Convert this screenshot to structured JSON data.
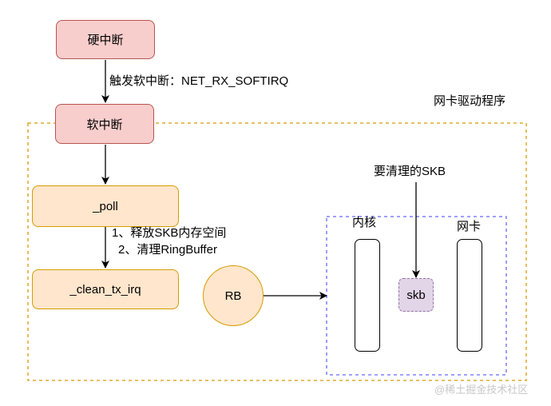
{
  "nodes": {
    "hard_irq": "硬中断",
    "soft_irq": "软中断",
    "poll": "_poll",
    "clean_tx_irq": "_clean_tx_irq",
    "rb": "RB",
    "skb": "skb"
  },
  "edges": {
    "trigger_softirq": "触发软中断：NET_RX_SOFTIRQ",
    "step1": "1、释放SKB内存空间",
    "step2": "2、清理RingBuffer"
  },
  "groups": {
    "driver": "网卡驱动程序",
    "kernel": "内核",
    "nic": "网卡"
  },
  "annotations": {
    "skb_to_clean": "要清理的SKB"
  },
  "watermark": "@稀土掘金技术社区",
  "colors": {
    "red_fill": "#f8cecc",
    "red_stroke": "#b85450",
    "orange_fill": "#ffe6cc",
    "orange_stroke": "#d79b00",
    "purple_fill": "#e1d5e7",
    "purple_stroke": "#9673a6",
    "blue_dashed": "#6666ff"
  }
}
